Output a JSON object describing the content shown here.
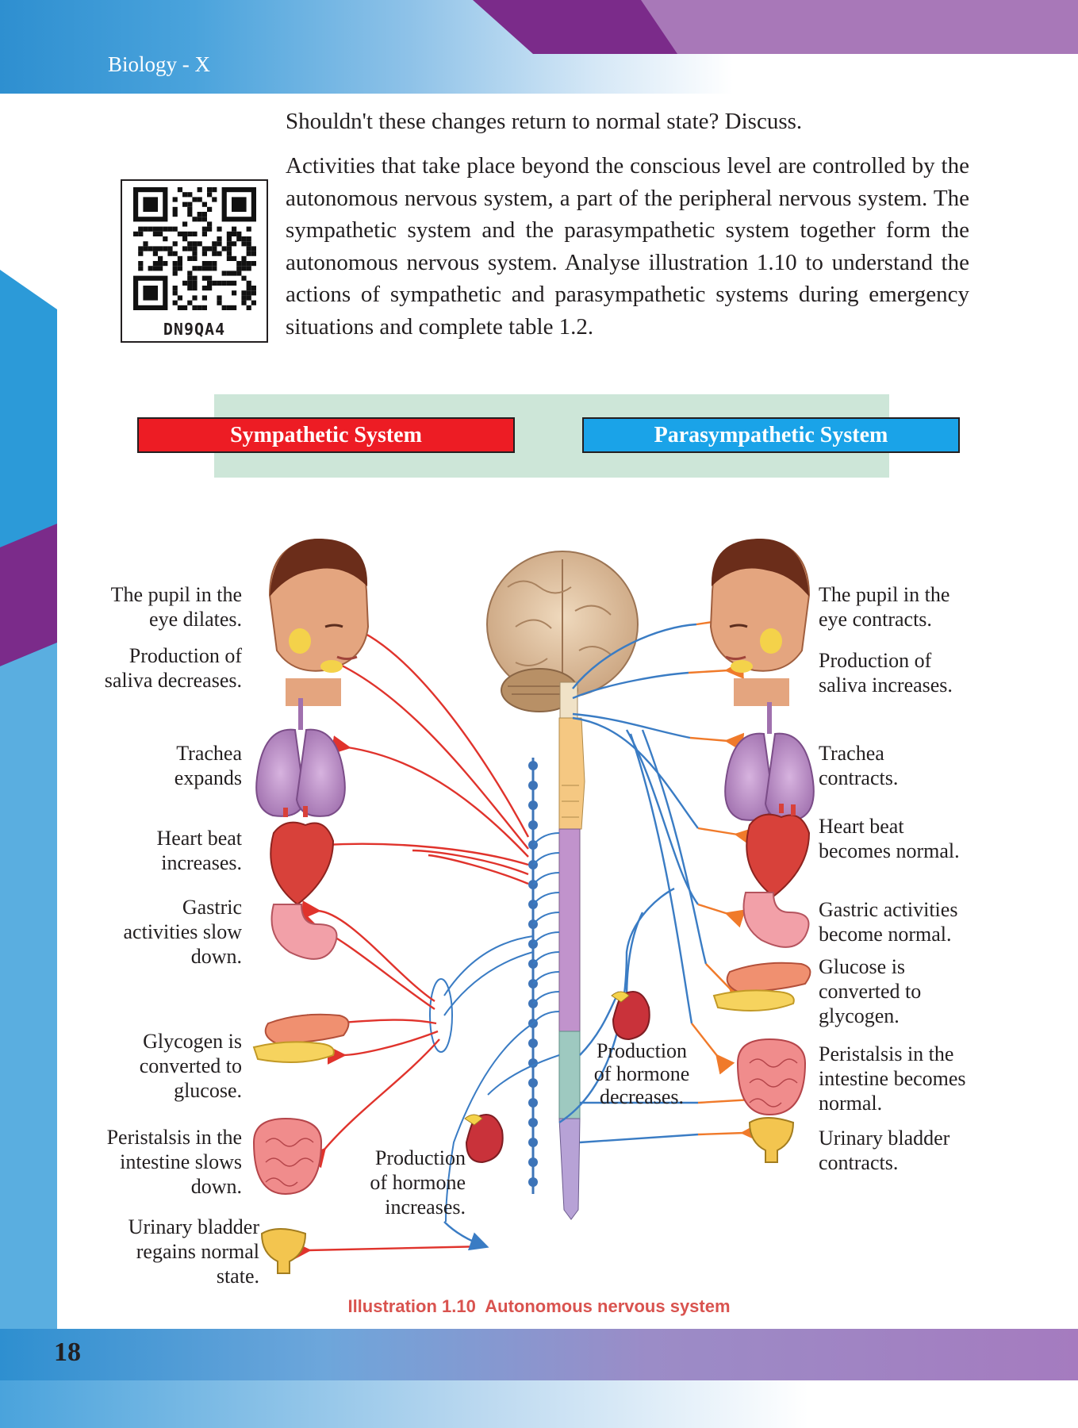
{
  "header": {
    "running_head": "Biology - X"
  },
  "text": {
    "question": "Shouldn't these changes return to normal state? Discuss.",
    "paragraph": "Activities that take place beyond the conscious level are controlled by the autonomous nervous system, a part of the peripheral nervous system. The sympathetic system and the parasympathetic system together form the autonomous nervous system. Analyse illustration 1.10 to understand the actions of sympathetic and parasympathetic systems during emergency situations and complete table 1.2."
  },
  "qr": {
    "code": "DN9QA4"
  },
  "banner": {
    "sympathetic_label": "Sympathetic System",
    "parasympathetic_label": "Parasympathetic System"
  },
  "diagram": {
    "sympathetic_effects": [
      {
        "l1": "The pupil in the",
        "l2": "eye dilates.",
        "l3": ""
      },
      {
        "l1": "Production of",
        "l2": "saliva decreases.",
        "l3": ""
      },
      {
        "l1": "Trachea",
        "l2": "expands",
        "l3": ""
      },
      {
        "l1": "Heart beat",
        "l2": "increases.",
        "l3": ""
      },
      {
        "l1": "Gastric",
        "l2": "activities slow",
        "l3": "down."
      },
      {
        "l1": "Glycogen is",
        "l2": "converted to",
        "l3": "glucose."
      },
      {
        "l1": "Peristalsis in the",
        "l2": "intestine slows",
        "l3": "down."
      },
      {
        "l1": "Urinary bladder",
        "l2": "regains normal",
        "l3": "state."
      }
    ],
    "parasympathetic_effects": [
      {
        "l1": "The pupil in the",
        "l2": "eye contracts.",
        "l3": ""
      },
      {
        "l1": "Production of",
        "l2": "saliva increases.",
        "l3": ""
      },
      {
        "l1": "Trachea",
        "l2": "contracts.",
        "l3": ""
      },
      {
        "l1": "Heart beat",
        "l2": "becomes normal.",
        "l3": ""
      },
      {
        "l1": "Gastric activities",
        "l2": "become normal.",
        "l3": ""
      },
      {
        "l1": "Glucose is",
        "l2": "converted to",
        "l3": "glycogen."
      },
      {
        "l1": "Peristalsis in the",
        "l2": "intestine becomes",
        "l3": "normal."
      },
      {
        "l1": "Urinary bladder",
        "l2": "contracts.",
        "l3": ""
      }
    ],
    "hormone_sympathetic": {
      "l1": "Production",
      "l2": "of hormone",
      "l3": "increases."
    },
    "hormone_parasympathetic": {
      "l1": "Production",
      "l2": "of hormone",
      "l3": "decreases."
    },
    "colors": {
      "sympathetic_nerve": "#e0332c",
      "parasympathetic_nerve": "#3a7cc4",
      "arrow_para": "#f07a2a"
    }
  },
  "caption": {
    "label": "Illustration 1.10",
    "title": "Autonomous nervous system"
  },
  "footer": {
    "page_number": "18"
  }
}
